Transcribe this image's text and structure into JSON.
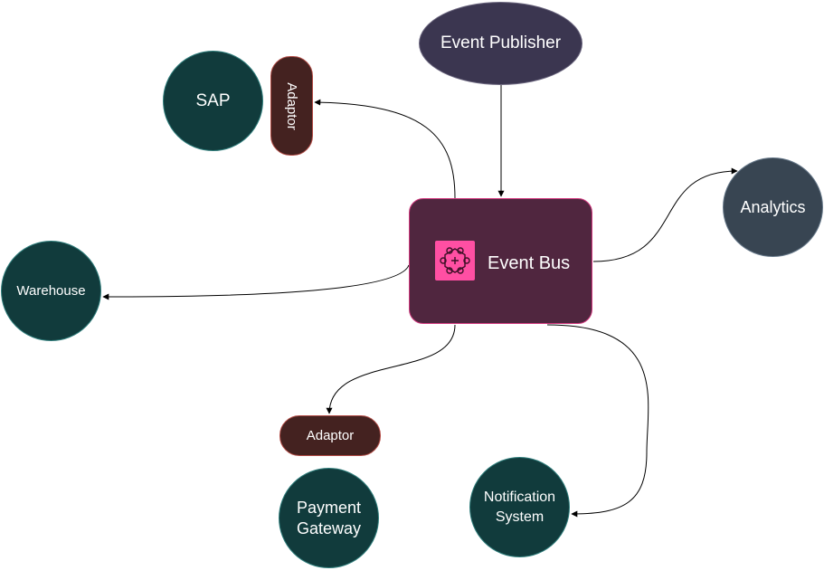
{
  "nodes": {
    "event_publisher": "Event Publisher",
    "event_bus": "Event Bus",
    "analytics": "Analytics",
    "sap": "SAP",
    "adaptor_sap": "Adaptor",
    "warehouse": "Warehouse",
    "adaptor_payment": "Adaptor",
    "payment_gateway_line1": "Payment",
    "payment_gateway_line2": "Gateway",
    "notification_line1": "Notification",
    "notification_line2": "System"
  },
  "edges": [
    {
      "from": "event_publisher",
      "to": "event_bus"
    },
    {
      "from": "event_bus",
      "to": "adaptor_sap"
    },
    {
      "from": "event_bus",
      "to": "analytics"
    },
    {
      "from": "event_bus",
      "to": "warehouse"
    },
    {
      "from": "event_bus",
      "to": "adaptor_payment"
    },
    {
      "from": "event_bus",
      "to": "notification_system"
    }
  ],
  "colors": {
    "event_bus_fill": "#50263f",
    "event_bus_stroke": "#d0387e",
    "event_bus_icon": "#ff4fa3",
    "system_fill": "#113b3c",
    "publisher_fill": "#3b3650",
    "analytics_fill": "#384552",
    "adaptor_fill": "#442220",
    "edge": "#000000"
  },
  "icons": {
    "event_bus_icon": "eventbridge-icon"
  }
}
